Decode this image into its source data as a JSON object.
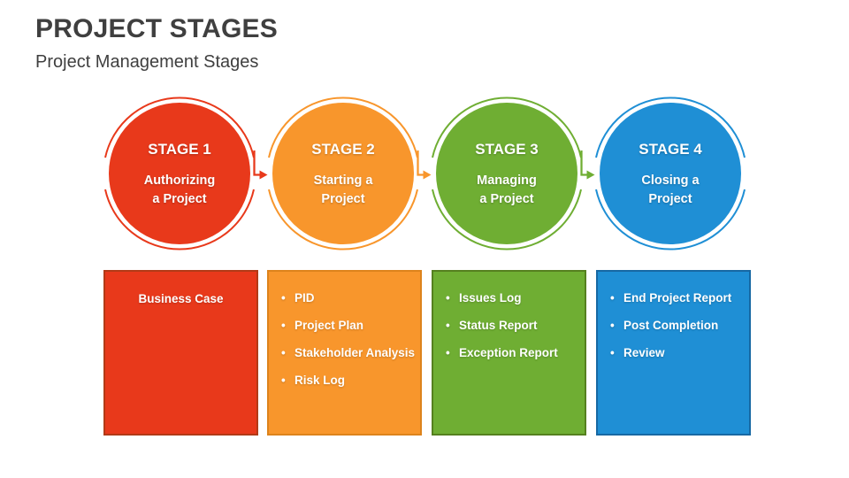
{
  "slide": {
    "title": "PROJECT STAGES",
    "subtitle": "Project Management Stages"
  },
  "colors": {
    "stage1": "#E8391B",
    "stage1-dark": "#B23A17",
    "stage2": "#F8962C",
    "stage2-dark": "#DD831C",
    "stage3": "#6FAE33",
    "stage3-dark": "#55801F",
    "stage4": "#1F8FD5",
    "stage4-dark": "#1768A3",
    "heading-text": "#3F3F3F",
    "circle-box-text": "#FFFFFF",
    "background": "#FFFFFF"
  },
  "stages": [
    {
      "label": "STAGE 1",
      "name_line1": "Authorizing",
      "name_line2": "a Project",
      "items": [
        "Business Case"
      ]
    },
    {
      "label": "STAGE 2",
      "name_line1": "Starting a",
      "name_line2": "Project",
      "items": [
        "PID",
        "Project Plan",
        "Stakeholder Analysis",
        "Risk Log"
      ]
    },
    {
      "label": "STAGE 3",
      "name_line1": "Managing",
      "name_line2": "a Project",
      "items": [
        "Issues Log",
        "Status Report",
        "Exception Report"
      ]
    },
    {
      "label": "STAGE 4",
      "name_line1": "Closing a",
      "name_line2": "Project",
      "items": [
        "End Project Report",
        "Post Completion",
        "Review"
      ]
    }
  ]
}
